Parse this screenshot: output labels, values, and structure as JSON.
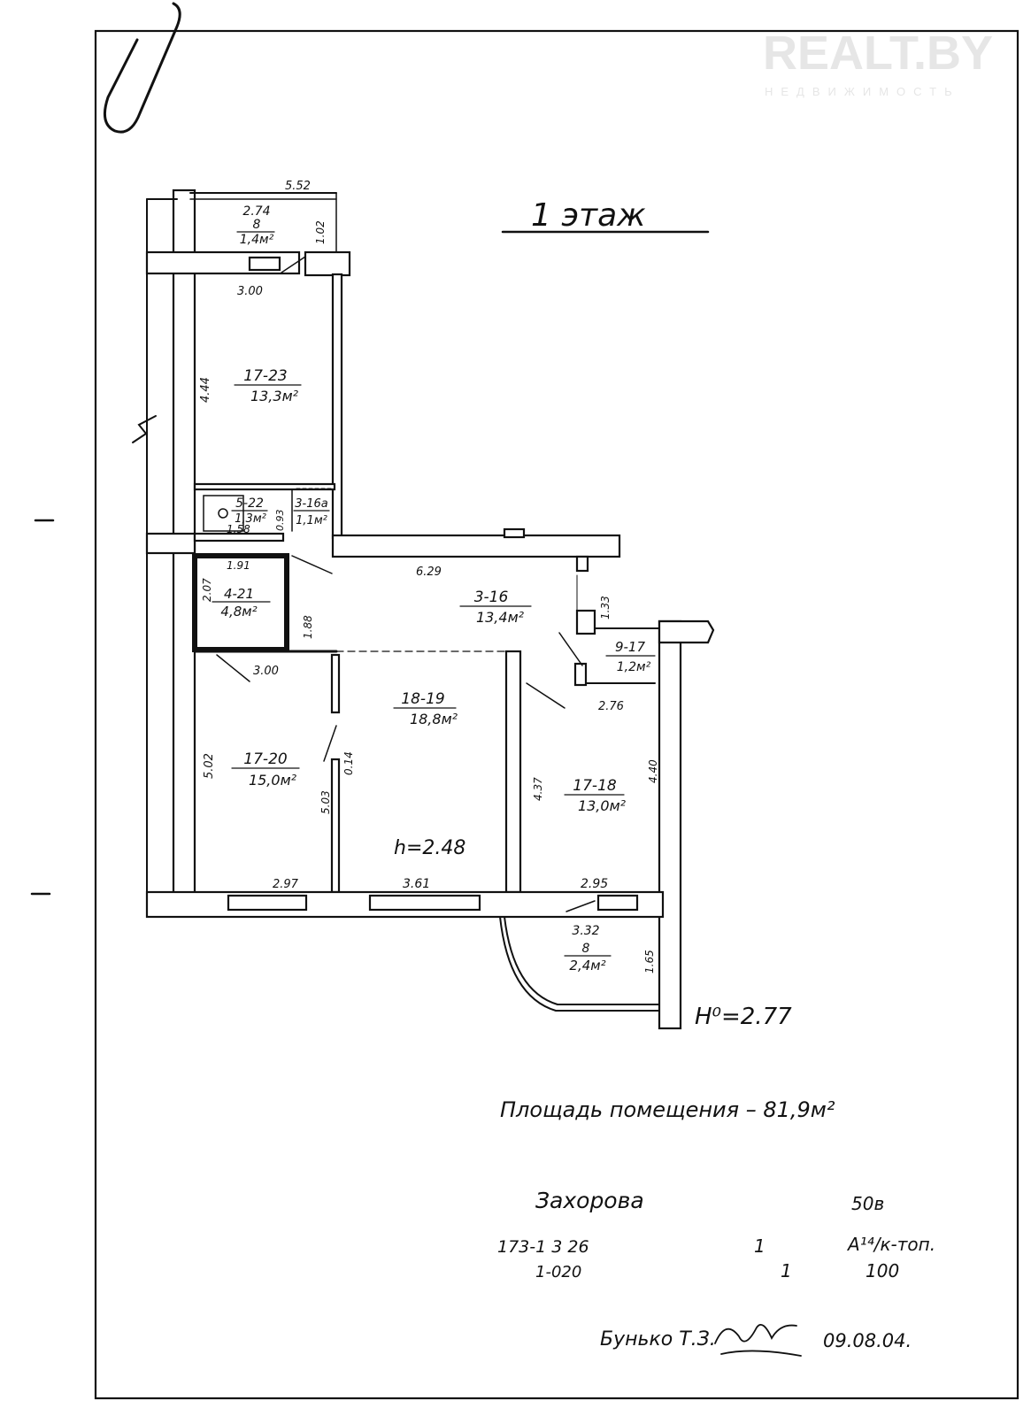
{
  "watermark": {
    "brand": "REALT.BY",
    "sub": "НЕДВИЖИМОСТЬ"
  },
  "floor_title": "1 этаж",
  "rooms": [
    {
      "code": "8",
      "width": "2.74",
      "area": "1,4м²"
    },
    {
      "code": "17-23",
      "area": "13,3м²"
    },
    {
      "code": "5-22",
      "area": "1,3м²"
    },
    {
      "code": "3-16а",
      "area": "1,1м²"
    },
    {
      "code": "4-21",
      "area": "4,8м²"
    },
    {
      "code": "3-16",
      "area": "13,4м²"
    },
    {
      "code": "9-17",
      "area": "1,2м²"
    },
    {
      "code": "18-19",
      "area": "18,8м²"
    },
    {
      "code": "17-20",
      "area": "15,0м²"
    },
    {
      "code": "17-18",
      "area": "13,0м²"
    },
    {
      "code": "8",
      "width": "3.32",
      "area": "2,4м²"
    }
  ],
  "dimensions": {
    "top_width": "5.52",
    "loggia_depth": "1.02",
    "room_23_width": "3.00",
    "room_23_depth": "4.44",
    "wc_width": "1.58",
    "wc_depth": "0.93",
    "hall_width": "6.29",
    "pantry_width": "1.91",
    "pantry_depth_left": "2.07",
    "pantry_depth_right": "1.88",
    "hall_niche": "1.33",
    "room_20_width_top": "3.00",
    "room_20_depth": "5.02",
    "room_19_depth": "5.03",
    "room_19_offset": "0.14",
    "room_18_width_top": "2.76",
    "room_18_depth_left": "4.37",
    "room_18_depth_right": "4.40",
    "room_20_width_bottom": "2.97",
    "room_19_width_bottom": "3.61",
    "room_18_width_bottom": "2.95",
    "balcony_depth": "1.65"
  },
  "ceiling_room": "h=2.48",
  "ceiling_building": "H⁰=2.77",
  "area_text": "Площадь помещения – 81,9м²",
  "street": "Захорова",
  "house_no": "50в",
  "code_line1": "173-1   3 26",
  "code_line2": "1-020",
  "num1": "1",
  "num2": "1",
  "litera": "А¹⁴/к-топ.",
  "sheet_no": "100",
  "signer": "Бунько Т.З.",
  "date": "09.08.04."
}
